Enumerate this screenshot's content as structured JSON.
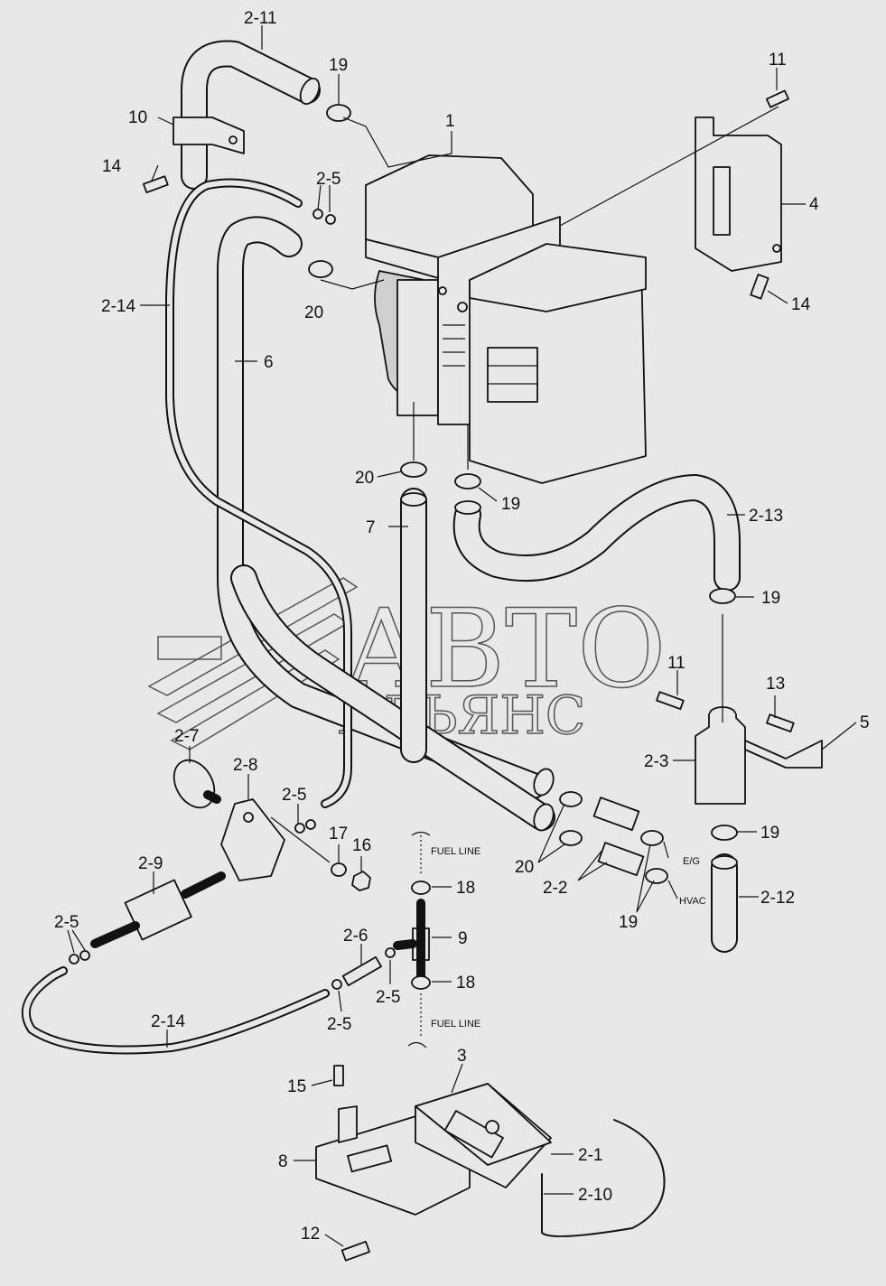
{
  "labels": {
    "l_2_11": "2-11",
    "l_19a": "19",
    "l_1": "1",
    "l_11a": "11",
    "l_10": "10",
    "l_2_5a": "2-5",
    "l_14a": "14",
    "l_4": "4",
    "l_2_14a": "2-14",
    "l_20a": "20",
    "l_14b": "14",
    "l_6": "6",
    "l_20b": "20",
    "l_19b": "19",
    "l_7": "7",
    "l_2_13": "2-13",
    "l_19c": "19",
    "l_11b": "11",
    "l_13": "13",
    "l_5": "5",
    "l_2_3": "2-3",
    "l_2_7": "2-7",
    "l_2_8": "2-8",
    "l_2_5b": "2-5",
    "l_17": "17",
    "l_16": "16",
    "l_19d": "19",
    "l_2_9": "2-9",
    "l_20c": "20",
    "l_18a": "18",
    "l_2_2": "2-2",
    "l_19e": "19",
    "l_2_12": "2-12",
    "l_2_5c": "2-5",
    "l_2_6": "2-6",
    "l_9": "9",
    "l_18b": "18",
    "l_2_5d": "2-5",
    "l_2_14b": "2-14",
    "l_2_5e": "2-5",
    "l_3": "3",
    "l_15": "15",
    "l_2_1": "2-1",
    "l_8": "8",
    "l_2_10": "2-10",
    "l_12": "12"
  },
  "notes": {
    "fuel_line_top": "FUEL LINE",
    "fuel_line_bottom": "FUEL LINE",
    "eg": "E/G",
    "hvac": "HVAC"
  },
  "watermark": {
    "line1": "АВТО",
    "line2": "АЛЬЯНС"
  },
  "colors": {
    "background": "#e8e8e8",
    "ink": "#111111",
    "watermark": "#555555"
  }
}
